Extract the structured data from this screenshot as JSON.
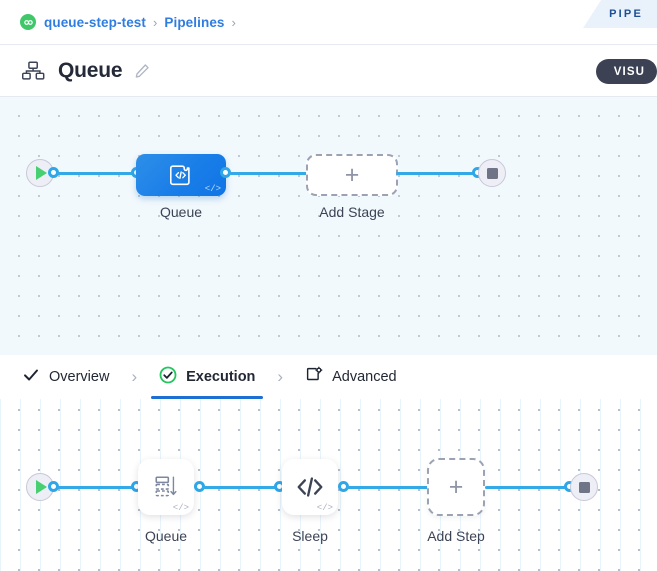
{
  "breadcrumb": {
    "project_icon": "pipeline-loop-icon",
    "items": [
      {
        "label": "queue-step-test"
      },
      {
        "label": "Pipelines"
      }
    ],
    "separator": "›",
    "trailing_separator": "›"
  },
  "ribbon": {
    "label": "PIPE"
  },
  "header": {
    "icon": "pipeline-hierarchy-icon",
    "title": "Queue",
    "edit_icon": "pencil-icon",
    "visual_button": "VISU"
  },
  "tabs": [
    {
      "label": "Overview",
      "icon": "check-icon",
      "active": false
    },
    {
      "label": "Execution",
      "icon": "check-circle-icon",
      "active": true
    },
    {
      "label": "Advanced",
      "icon": "config-gear-icon",
      "active": false
    }
  ],
  "tab_separator": "›",
  "stage_canvas": {
    "start_node": "start-play-icon",
    "end_node": "end-stop-icon",
    "nodes": [
      {
        "label": "Queue",
        "type": "stage",
        "badge": "</>"
      },
      {
        "label": "Add Stage",
        "type": "add",
        "plus": "+"
      }
    ]
  },
  "step_canvas": {
    "start_node": "start-play-icon",
    "end_node": "end-stop-icon",
    "nodes": [
      {
        "label": "Queue",
        "type": "step",
        "icon": "queue-icon",
        "badge": "</>"
      },
      {
        "label": "Sleep",
        "type": "step",
        "icon": "code-icon",
        "badge": "</>"
      },
      {
        "label": "Add Step",
        "type": "add",
        "plus": "+"
      }
    ]
  },
  "colors": {
    "accent_blue": "#2f7de1",
    "edge_blue": "#34a9e8",
    "stage_blue": "#1a7ee8",
    "green": "#3fc76a",
    "dark_pill": "#3c4254"
  }
}
